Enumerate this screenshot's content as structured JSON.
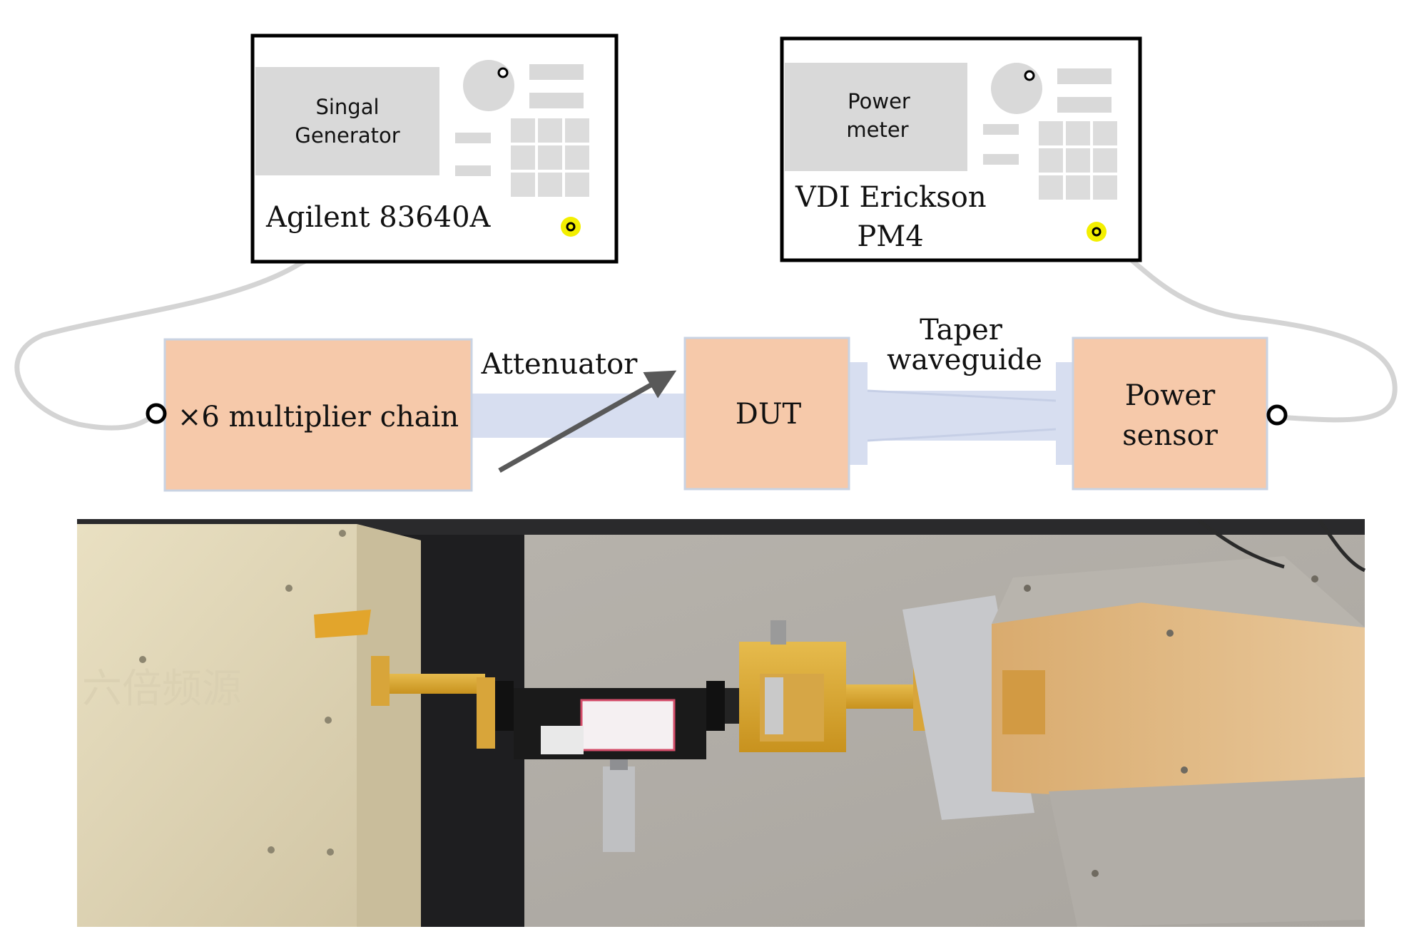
{
  "instruments": {
    "signal_generator": {
      "screen_label_line1": "Singal",
      "screen_label_line2": "Generator",
      "model": "Agilent 83640A"
    },
    "power_meter": {
      "screen_label_line1": "Power",
      "screen_label_line2": "meter",
      "model_line1": "VDI Erickson",
      "model_line2": "PM4"
    }
  },
  "chain": {
    "multiplier": "×6 multiplier chain",
    "attenuator": "Attenuator",
    "dut": "DUT",
    "taper_line1": "Taper",
    "taper_line2": "waveguide",
    "sensor_line1": "Power",
    "sensor_line2": "sensor"
  },
  "photo": {
    "housing_marking": "六倍频源"
  },
  "colors": {
    "block_fill": "#f6c9aa",
    "block_stroke": "#c9d3e3",
    "waveguide_fill": "#d7def0",
    "screen_fill": "#d9d9d9",
    "connector_yellow": "#f3ef00",
    "cable_gray": "#d4d4d4",
    "arrow_gray": "#595959"
  }
}
